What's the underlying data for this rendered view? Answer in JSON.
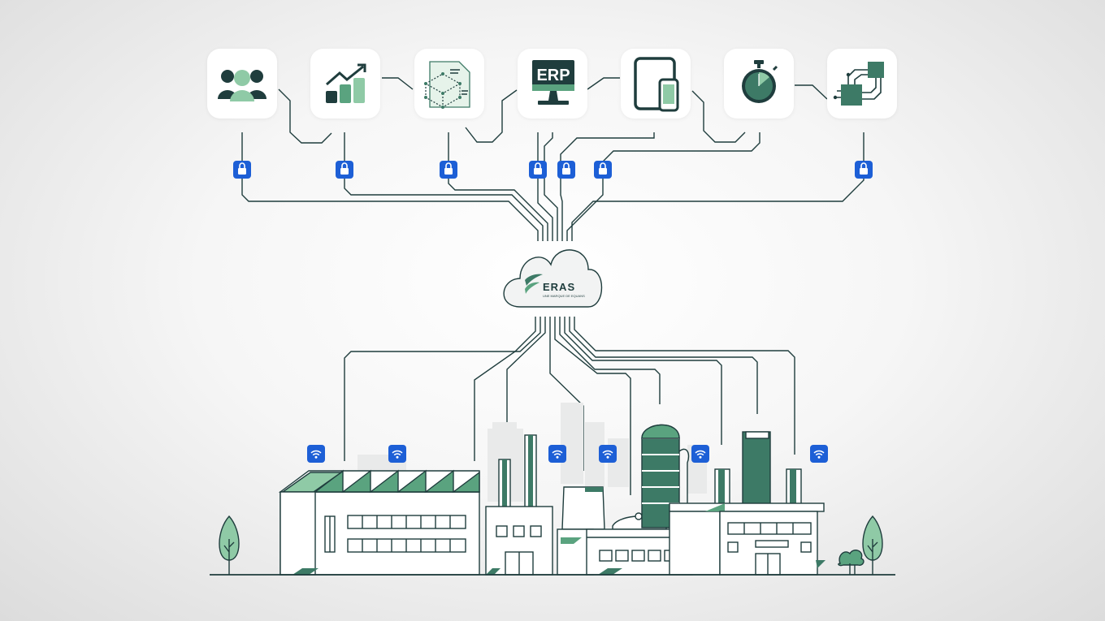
{
  "diagram": {
    "colors": {
      "line": "#1f3d3d",
      "green_dark": "#3d7a66",
      "green_mid": "#5aa37f",
      "green_light": "#8fcaa6",
      "lock_blue": "#1d5fd6",
      "tile_bg": "#ffffff",
      "ground": "#1f3d3d"
    },
    "top_icons": [
      {
        "id": "team",
        "icon": "users-icon"
      },
      {
        "id": "growth",
        "icon": "growth-chart-icon"
      },
      {
        "id": "blueprint",
        "icon": "3d-document-icon"
      },
      {
        "id": "erp",
        "icon": "erp-monitor-icon",
        "label": "ERP"
      },
      {
        "id": "devices",
        "icon": "tablet-phone-icon"
      },
      {
        "id": "timer",
        "icon": "stopwatch-icon"
      },
      {
        "id": "circuit",
        "icon": "circuit-icon"
      }
    ],
    "cloud": {
      "brand": "ERAS",
      "tagline": "UNE MARQUE DE EQUANS",
      "icon": "cloud-icon"
    },
    "lock_icon": "padlock-icon",
    "wifi_icon": "wifi-icon",
    "scene": "factory-complex"
  }
}
